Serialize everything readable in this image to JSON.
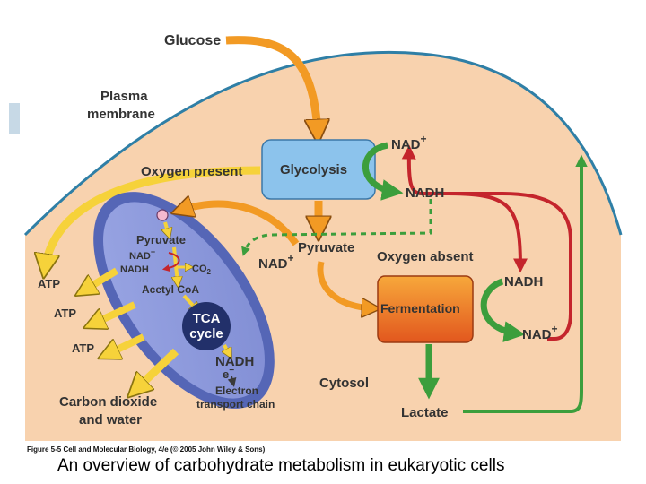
{
  "labels": {
    "glucose": "Glucose",
    "plasma_membrane_1": "Plasma",
    "plasma_membrane_2": "membrane",
    "oxygen_present": "Oxygen present",
    "glycolysis": "Glycolysis",
    "nad_plus": "NAD",
    "plus_sign": "+",
    "nadh": "NADH",
    "pyruvate": "Pyruvate",
    "oxygen_absent": "Oxygen absent",
    "fermentation": "Fermentation",
    "lactate": "Lactate",
    "cytosol": "Cytosol",
    "atp": "ATP",
    "carbon_dioxide_1": "Carbon dioxide",
    "carbon_dioxide_2": "and water",
    "mito_pyruvate": "Pyruvate",
    "mito_nad": "NAD",
    "mito_nadh": "NADH",
    "co2": "CO",
    "co2_sub": "2",
    "acetyl_coa": "Acetyl CoA",
    "tca_1": "TCA",
    "tca_2": "cycle",
    "e_minus": "e",
    "minus_sign": "−",
    "etc_1": "Electron",
    "etc_2": "transport chain"
  },
  "source_note": "Figure 5-5  Cell and Molecular Biology, 4/e (© 2005 John Wiley & Sons)",
  "caption": "An overview of carbohydrate metabolism in eukaryotic cells",
  "colors": {
    "cytosol": "#F8D2AE",
    "membrane": "#2F7FA6",
    "glycolysis_box": "#8CC3EC",
    "fermentation_top": "#F7A83B",
    "fermentation_bottom": "#E2571E",
    "mito_outer": "#5566B6",
    "mito_inner": "#8B98DA",
    "arrow_orange": "#F29A24",
    "arrow_yellow": "#F6D23A",
    "arrow_green": "#3C9E3C",
    "arrow_red": "#C4252C",
    "tca_circle": "#22306A"
  }
}
